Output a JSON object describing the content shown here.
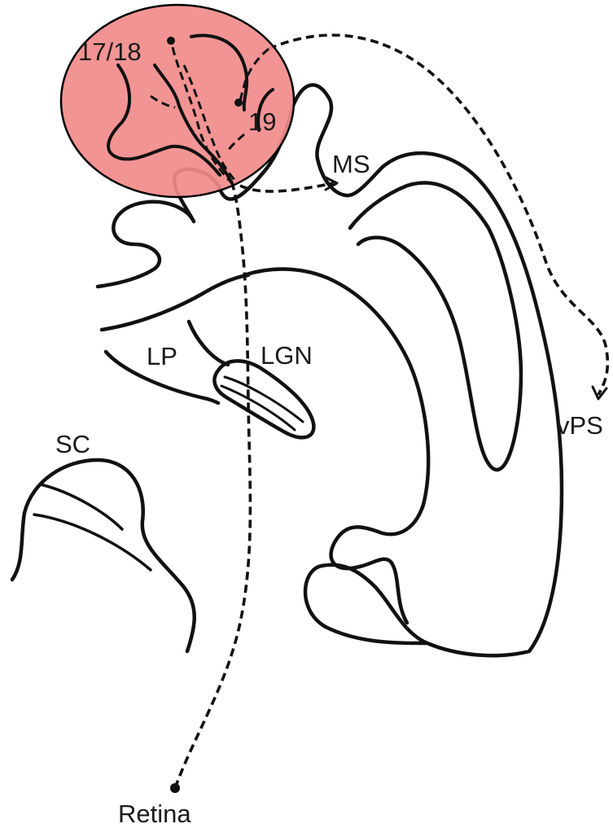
{
  "labels": {
    "area_17_18": "17/18",
    "area_19": "19",
    "ms": "MS",
    "lp": "LP",
    "lgn": "LGN",
    "sc": "SC",
    "vps": "vPS",
    "retina": "Retina"
  },
  "colors": {
    "line": "#111111",
    "highlight_fill": "#f28b8b",
    "highlight_stroke": "#000000"
  }
}
